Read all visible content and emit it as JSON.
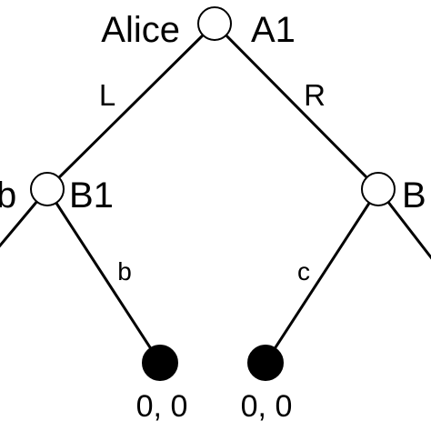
{
  "diagram": {
    "player_label": "Alice",
    "nodes": {
      "a1": {
        "label": "A1"
      },
      "b1": {
        "label": "B1"
      },
      "b2": {
        "label": "B"
      }
    },
    "edges": {
      "a1_left": {
        "label": "L"
      },
      "a1_right": {
        "label": "R"
      },
      "b1_left": {
        "label": "b"
      },
      "b1_right": {
        "label": "b"
      },
      "b2_left": {
        "label": "c"
      }
    },
    "payoffs": {
      "leaf_left": "0, 0",
      "leaf_right": "0, 0"
    }
  }
}
